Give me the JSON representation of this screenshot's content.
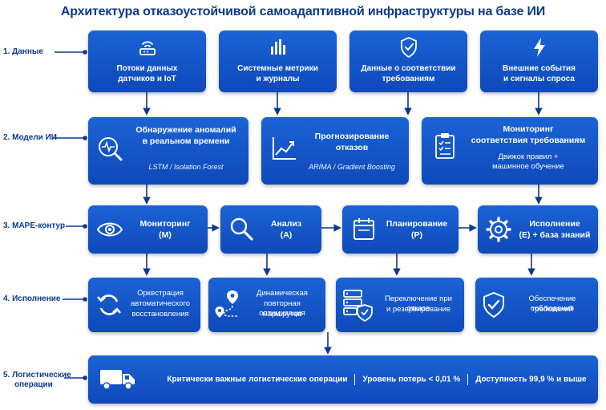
{
  "title": "Архитектура отказоустойчивой самоадаптивной инфраструктуры на базе ИИ",
  "rows": {
    "data": "1. Данные",
    "models": "2. Модели ИИ",
    "mape": "3. MAPE-контур",
    "execution": "4. Исполнение",
    "logistics_1": "5. Логистические",
    "logistics_2": "операции"
  },
  "data_boxes": {
    "sensors": {
      "line1": "Потоки данных",
      "line2": "датчиков и IoT",
      "icon": "router-icon"
    },
    "metrics": {
      "line1": "Системные метрики",
      "line2": "и журналы",
      "icon": "bar-chart-icon"
    },
    "compliance": {
      "line1": "Данные о соответствии",
      "line2": "требованиям",
      "icon": "shield-check-icon"
    },
    "events": {
      "line1": "Внешние события",
      "line2": "и сигналы спроса",
      "icon": "lightning-icon"
    }
  },
  "model_boxes": {
    "anomaly": {
      "line1": "Обнаружение аномалий",
      "line2": "в реальном времени",
      "sub": "LSTM / Isolation Forest",
      "icon": "monitor-pulse-icon"
    },
    "forecast": {
      "line1": "Прогнозирование",
      "line2": "отказов",
      "sub": "ARIMA / Gradient Boosting",
      "icon": "trend-chart-icon"
    },
    "compliance_mon": {
      "line1": "Мониторинг",
      "line2": "соответствия требованиям",
      "sub1": "Движок правил +",
      "sub2": "машинное обучение",
      "icon": "clipboard-checklist-icon"
    }
  },
  "mape_boxes": {
    "monitor": {
      "line1": "Мониторинг",
      "line2": "(M)",
      "icon": "eye-icon"
    },
    "analyze": {
      "line1": "Анализ",
      "line2": "(A)",
      "icon": "magnifier-icon"
    },
    "plan": {
      "line1": "Планирование",
      "line2": "(P)",
      "icon": "calendar-icon"
    },
    "execute": {
      "line1": "Исполнение",
      "line2": "(E) + база знаний",
      "icon": "gear-icon"
    }
  },
  "exec_boxes": {
    "recovery": {
      "line1": "Оркестрация",
      "line2": "автоматического",
      "line3": "восстановления",
      "icon": "refresh-icon"
    },
    "routing": {
      "line1": "Динамическая",
      "line2": "повторная оптимизация",
      "line3": "маршрутов",
      "icon": "route-pins-icon"
    },
    "failover": {
      "line1": "Переключение при отказе",
      "line2": "и резервирование",
      "icon": "server-shield-icon"
    },
    "assurance": {
      "line1": "Обеспечение соблюдения",
      "line2": "требований",
      "icon": "shield-check-icon"
    }
  },
  "logistics": {
    "icon": "truck-icon",
    "item1": "Критически важные логистические операции",
    "item2": "Уровень потерь < 0,01 %",
    "item3": "Доступность 99,9 % и выше"
  },
  "colors": {
    "box": "#1558c9",
    "box_dark": "#0e49ba",
    "line": "#0b3a8c",
    "title": "#0b3a8c"
  }
}
